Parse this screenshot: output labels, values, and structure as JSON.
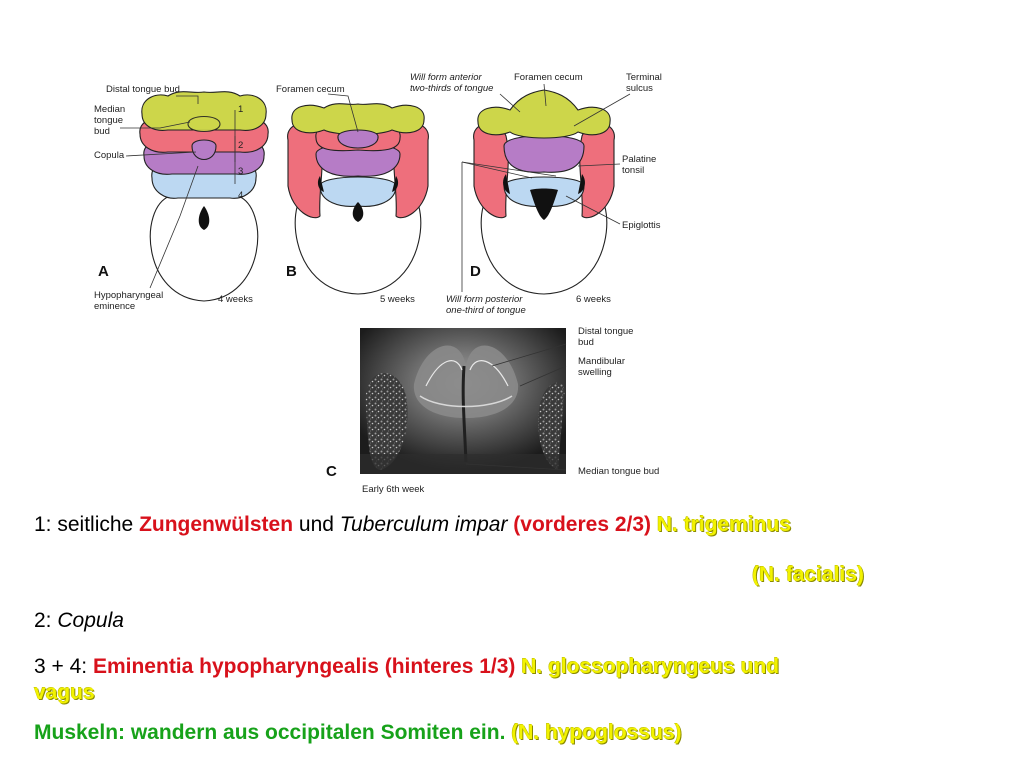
{
  "figure": {
    "panel_a": {
      "letter": "A",
      "age": "4 weeks",
      "labels": {
        "distal_tongue_bud": "Distal tongue bud",
        "median_tongue_bud_1": "Median",
        "median_tongue_bud_2": "tongue",
        "median_tongue_bud_3": "bud",
        "copula": "Copula",
        "hypopharyngeal_1": "Hypopharyngeal",
        "hypopharyngeal_2": "eminence"
      },
      "arch_numbers": [
        "1",
        "2",
        "3",
        "4"
      ]
    },
    "panel_b": {
      "letter": "B",
      "age": "5 weeks",
      "labels": {
        "foramen_cecum": "Foramen cecum"
      }
    },
    "panel_d": {
      "letter": "D",
      "age": "6 weeks",
      "labels": {
        "anterior_1": "Will form anterior",
        "anterior_2": "two-thirds of tongue",
        "foramen_cecum": "Foramen cecum",
        "terminal_1": "Terminal",
        "terminal_2": "sulcus",
        "palatine_1": "Palatine",
        "palatine_2": "tonsil",
        "epiglottis": "Epiglottis",
        "posterior_1": "Will form posterior",
        "posterior_2": "one-third of tongue"
      }
    },
    "panel_c": {
      "letter": "C",
      "age": "Early 6th week",
      "labels": {
        "distal_1": "Distal tongue",
        "distal_2": "bud",
        "mandibular_1": "Mandibular",
        "mandibular_2": "swelling",
        "median": "Median tongue bud"
      }
    },
    "colors": {
      "distal_tongue_bud": "#cdd64a",
      "arch_2": "#ee6f7c",
      "arch_3": "#b67cc6",
      "arch_4": "#bcd8f2",
      "outline": "#222222"
    }
  },
  "text": {
    "line1": {
      "prefix": "1: seitliche ",
      "zungenwuelsten": "Zungenwülsten",
      "und": " und ",
      "tuberculum": "Tuberculum impar",
      "vorderes": " (vorderes 2/3)",
      "trigeminus": " N. trigeminus"
    },
    "line2": {
      "facialis": "(N. facialis)"
    },
    "line3": {
      "prefix": "2: ",
      "copula": "Copula"
    },
    "line4": {
      "prefix": "3 + 4: ",
      "eminentia": "Eminentia hypopharyngealis (hinteres 1/3)",
      "glosso": " N. glossopharyngeus und",
      "vagus": "vagus"
    },
    "line5": {
      "muskeln": "Muskeln: wandern aus occipitalen Somiten ein.",
      "hypoglossus": " (N. hypoglossus)"
    }
  }
}
